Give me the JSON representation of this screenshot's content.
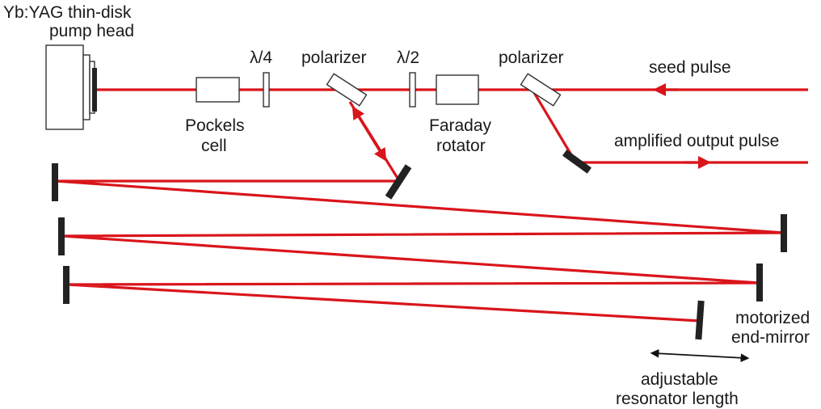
{
  "colors": {
    "beam": "#d9151b",
    "mirror": "#222222",
    "outline": "#333333",
    "arrow": "#111111",
    "text": "#1a1a1a"
  },
  "labels": {
    "pump_head": [
      "Yb:YAG thin-disk",
      "pump head"
    ],
    "qwp": "λ/4",
    "polarizer_1": "polarizer",
    "hwp": "λ/2",
    "polarizer_2": "polarizer",
    "seed": "seed pulse",
    "pockels": [
      "Pockels",
      "cell"
    ],
    "faraday": [
      "Faraday",
      "rotator"
    ],
    "output": "amplified output pulse",
    "end_mirror": [
      "motorized",
      "end-mirror"
    ],
    "resonator": [
      "adjustable",
      "resonator length"
    ]
  }
}
